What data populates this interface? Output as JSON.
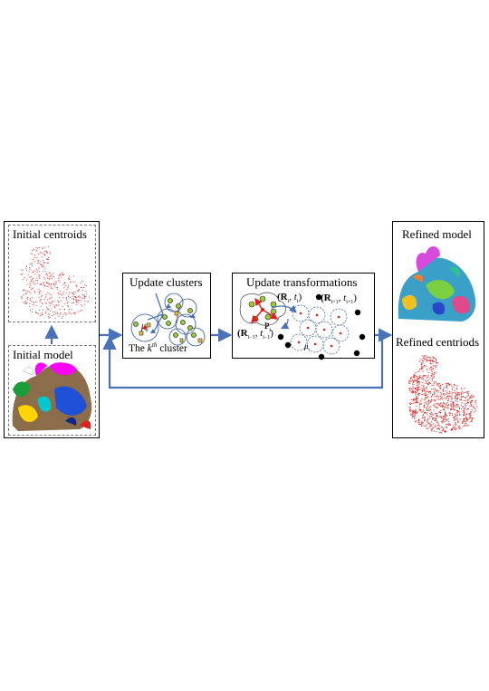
{
  "left_panel": {
    "initial_centroids_label": "Initial centroids",
    "initial_model_label": "Initial model"
  },
  "update_clusters": {
    "title": "Update clusters",
    "mu_label": "μ",
    "mu_sub": "k",
    "kth_prefix": "The ",
    "kth_var": "k",
    "kth_sup": "th",
    "kth_suffix": " cluster"
  },
  "update_transformations": {
    "title": "Update transformations",
    "rt_i": "(R",
    "rt_i_sub": "i",
    "rt_i_t": ", t",
    "rt_i_tsub": "i",
    "rt_next": "(R",
    "rt_next_sub": "i+1",
    "rt_next_t": ", t",
    "rt_next_tsub": "i+1",
    "rt_prev": "(R",
    "rt_prev_sub": "i−1",
    "rt_prev_t": ", t",
    "rt_prev_tsub": "i−1",
    "p_label": "P",
    "p_sub": "i",
    "mu_i": "μ",
    "mu_sub": "i",
    "close": ")"
  },
  "right_panel": {
    "refined_model_label": "Refined model",
    "refined_centroids_label": "Refined centriods"
  },
  "colors": {
    "arrow": "#4a72b8",
    "points": "#e02020",
    "cluster_green": "#9acd32",
    "cluster_edge": "#2f5597"
  }
}
